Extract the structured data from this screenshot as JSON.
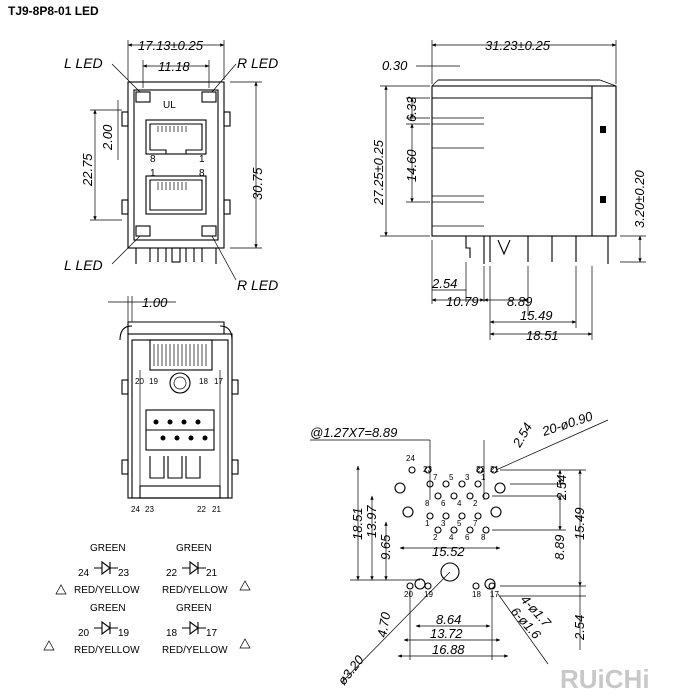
{
  "title": "TJ9-8P8-01 LED",
  "brand": "RUiCHi",
  "colors": {
    "line": "#000000",
    "background": "#ffffff",
    "brand": "#c8c8c8"
  },
  "front_view": {
    "width_overall": "17.13±0.25",
    "led_spacing": "11.18",
    "height_overall": "30.75",
    "port_pitch": "22.75",
    "tab_height": "2.00",
    "label_l_top": "L  LED",
    "label_r_top": "R  LED",
    "label_l_bottom": "L  LED",
    "label_r_bottom": "R  LED",
    "pin_top_left": "8",
    "pin_top_right": "1",
    "pin_bottom_left": "1",
    "pin_bottom_right": "8"
  },
  "side_view": {
    "depth_overall": "31.23±0.25",
    "offset": "0.30",
    "height_overall": "27.25±0.25",
    "upper_height": "6.33",
    "middle_height": "14.60",
    "standoff": "3.20±0.20",
    "dim_a": "2.54",
    "dim_b": "10.79",
    "dim_c": "8.89",
    "dim_d": "15.49",
    "dim_e": "18.51"
  },
  "bottom_view": {
    "dim": "1.00",
    "led_pins_top": [
      "20",
      "19",
      "18",
      "17"
    ],
    "led_pins_bottom": [
      "24",
      "23",
      "22",
      "21"
    ]
  },
  "footprint": {
    "pitch_note": "@1.27X7=8.89",
    "pitch_right": "2.54",
    "hole_note": "20-ø0.90",
    "dim_18_51": "18.51",
    "dim_13_97": "13.97",
    "dim_9_65": "9.65",
    "dim_15_52": "15.52",
    "dim_2_54": "2.54",
    "dim_8_89": "8.89",
    "dim_15_49": "15.49",
    "dim_2_54_b": "2.54",
    "dim_4_70": "4.70",
    "dim_8_64": "8.64",
    "dim_13_72": "13.72",
    "dim_16_88": "16.88",
    "dim_3_20": "ø3.20",
    "dim_1_7": "4-ø1.7",
    "dim_1_6": "6-ø1.6",
    "pins_top": [
      "24",
      "23",
      "22",
      "21"
    ],
    "pins_mid_a": [
      "8",
      "6",
      "4",
      "2"
    ],
    "pins_mid_b": [
      "7",
      "5",
      "3",
      "1"
    ],
    "pins_low_a": [
      "1",
      "3",
      "5",
      "7"
    ],
    "pins_low_b": [
      "2",
      "4",
      "6",
      "8"
    ],
    "pins_bottom": [
      "20",
      "19",
      "18",
      "17"
    ]
  },
  "schematic": {
    "green": "GREEN",
    "red_yellow": "RED/YELLOW",
    "pair_a": [
      "24",
      "23"
    ],
    "pair_b": [
      "22",
      "21"
    ],
    "pair_c": [
      "20",
      "19"
    ],
    "pair_d": [
      "18",
      "17"
    ]
  }
}
